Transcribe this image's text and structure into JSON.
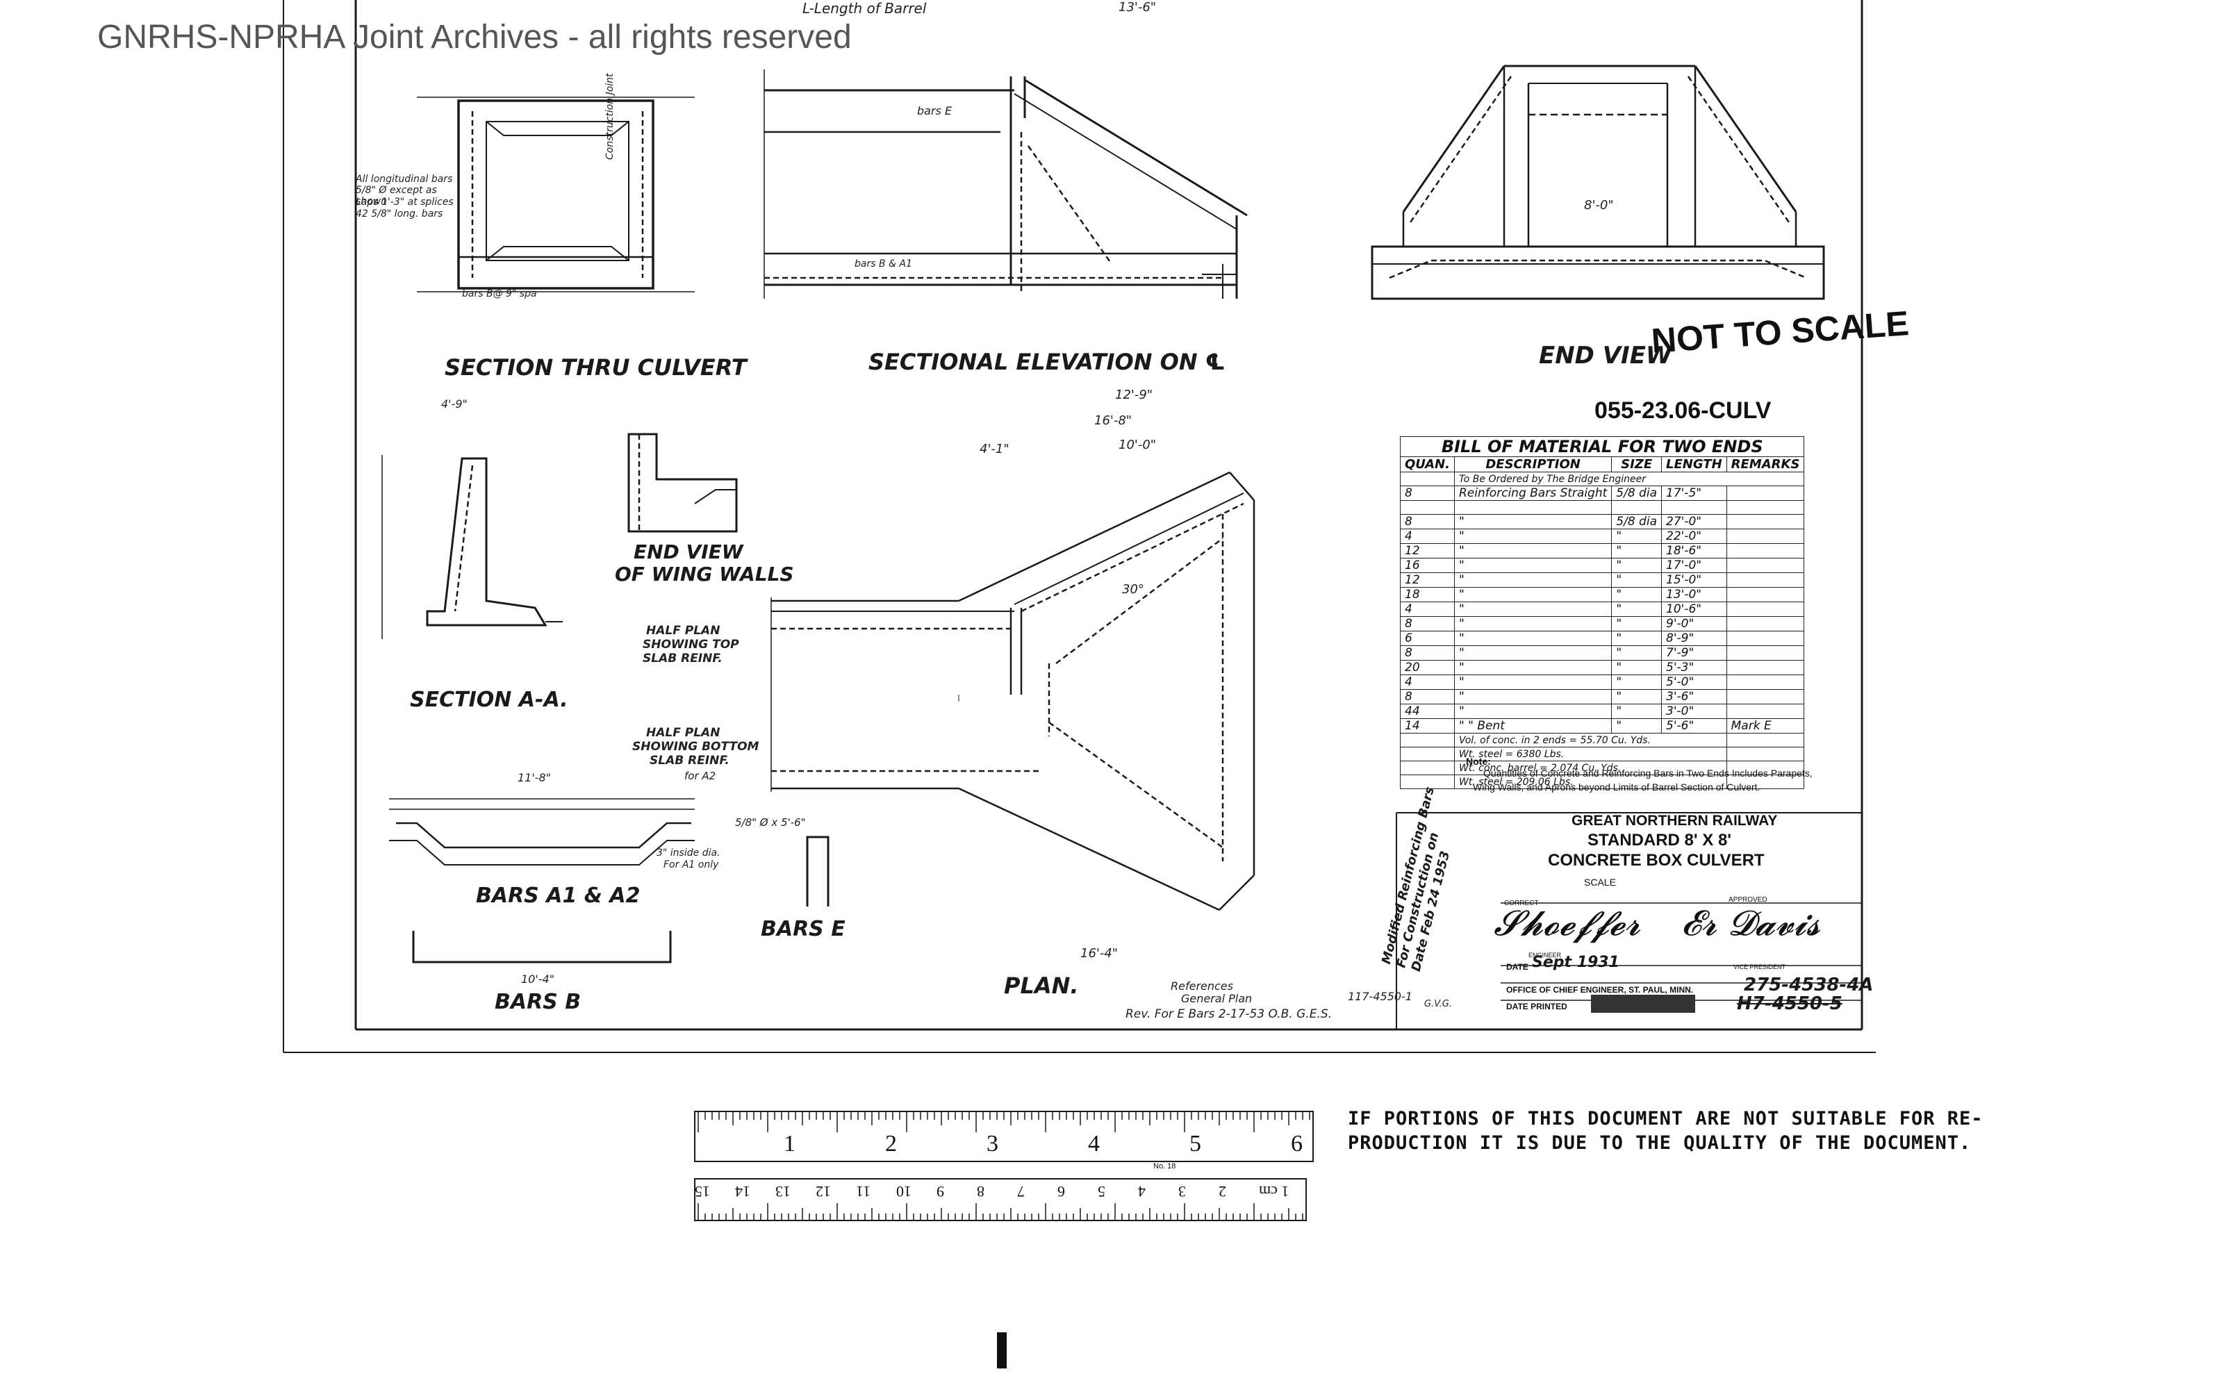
{
  "watermark": "GNRHS-NPRHA Joint Archives - all rights reserved",
  "header_labels": {
    "length_of_barrel": "L-Length of Barrel",
    "dim_13_6": "13'-6\""
  },
  "views": {
    "section_thru_culvert": "SECTION THRU CULVERT",
    "sectional_elevation": "SECTIONAL ELEVATION ON ℄",
    "end_view": "END VIEW",
    "not_to_scale": "NOT TO SCALE",
    "end_view_wing_walls_1": "END VIEW",
    "end_view_wing_walls_2": "OF WING WALLS",
    "section_aa": "SECTION A-A.",
    "half_plan_top_1": "HALF PLAN",
    "half_plan_top_2": "SHOWING TOP",
    "half_plan_top_3": "SLAB REINF.",
    "half_plan_bottom_1": "HALF PLAN",
    "half_plan_bottom_2": "SHOWING BOTTOM",
    "half_plan_bottom_3": "SLAB REINF.",
    "half_plan_bottom_4": "for A2",
    "bars_a1_a2": "BARS A1 & A2",
    "bars_b": "BARS B",
    "bars_e": "BARS E",
    "plan": "PLAN."
  },
  "drawing_number": "055-23.06-CULV",
  "dimensions": {
    "d_12_9": "12'-9\"",
    "d_16_8": "16'-8\"",
    "d_10_0": "10'-0\"",
    "d_8_0": "8'-0\"",
    "d_30": "30°",
    "d_4_1": "4'-1\"",
    "d_16_4": "16'-4\"",
    "d_10_4": "10'-4\"",
    "d_11_8": "11'-8\"",
    "d_4_9": "4'-9\""
  },
  "notes": {
    "longitudinal_bars": "All longitudinal bars 5/8\" Ø except as shown",
    "laps": "Laps 1'-3\" at splices",
    "long_bars": "42 5/8\" long. bars",
    "construction_joint": "Construction Joint",
    "bars_b_spacing": "bars B@ 9\" spa",
    "bars_e": "bars E",
    "bars_b_a1": "bars B & A1",
    "three_inside_dia": "3\" inside dia.",
    "for_a1_only": "For A1 only",
    "bars_d": "5/8\" Ø x 5'-6\""
  },
  "bill_of_material": {
    "title": "BILL OF MATERIAL FOR TWO ENDS",
    "columns": [
      "QUAN.",
      "DESCRIPTION",
      "SIZE",
      "LENGTH",
      "REMARKS"
    ],
    "subheader": "To Be Ordered by The Bridge Engineer",
    "rows": [
      [
        "8",
        "Reinforcing Bars Straight",
        "5/8 dia",
        "17'-5\"",
        ""
      ],
      [
        "",
        "",
        "",
        "",
        ""
      ],
      [
        "8",
        "\"",
        "5/8 dia",
        "27'-0\"",
        ""
      ],
      [
        "4",
        "\"",
        "\"",
        "22'-0\"",
        ""
      ],
      [
        "12",
        "\"",
        "\"",
        "18'-6\"",
        ""
      ],
      [
        "16",
        "\"",
        "\"",
        "17'-0\"",
        ""
      ],
      [
        "12",
        "\"",
        "\"",
        "15'-0\"",
        ""
      ],
      [
        "18",
        "\"",
        "\"",
        "13'-0\"",
        ""
      ],
      [
        "4",
        "\"",
        "\"",
        "10'-6\"",
        ""
      ],
      [
        "8",
        "\"",
        "\"",
        "9'-0\"",
        ""
      ],
      [
        "6",
        "\"",
        "\"",
        "8'-9\"",
        ""
      ],
      [
        "8",
        "\"",
        "\"",
        "7'-9\"",
        ""
      ],
      [
        "20",
        "\"",
        "\"",
        "5'-3\"",
        ""
      ],
      [
        "4",
        "\"",
        "\"",
        "5'-0\"",
        ""
      ],
      [
        "8",
        "\"",
        "\"",
        "3'-6\"",
        ""
      ],
      [
        "44",
        "\"",
        "\"",
        "3'-0\"",
        ""
      ],
      [
        "14",
        "\" \" Bent",
        "\"",
        "5'-6\"",
        "Mark E"
      ]
    ],
    "totals": [
      "Vol. of conc. in 2 ends = 55.70 Cu. Yds.",
      "Wt. steel = 6380 Lbs.",
      "Wt. conc. barrel = 2.074 Cu. Yds.",
      "Wt. steel = 209.06 Lbs."
    ]
  },
  "note_label": "Note:",
  "note_text_1": "Quantities of Concrete and Reinforcing Bars in Two Ends Includes Parapets,",
  "note_text_2": "Wing Walls, and Aprons beyond Limits of Barrel Section of Culvert.",
  "title_block": {
    "railway": "GREAT NORTHERN RAILWAY",
    "standard": "STANDARD 8' X 8'",
    "name": "CONCRETE BOX CULVERT",
    "scale": "SCALE",
    "corrected": "CORRECT",
    "approved": "APPROVED",
    "engineer_label": "ENGINEER",
    "vice_president": "VICE PRESIDENT",
    "date_label": "DATE",
    "date_value": "Sept 1931",
    "office": "OFFICE OF CHIEF ENGINEER, ST. PAUL, MINN.",
    "number": "275-4538-4A",
    "date_printed": "DATE PRINTED",
    "old_number": "H7-4550-5"
  },
  "stamp": {
    "line1": "Modified Reinforcing Bars",
    "line2": "For Construction on",
    "line3": "Date Feb 24 1953"
  },
  "references": {
    "label": "References",
    "general_plan": "General Plan",
    "ref_number": "117-4550-1",
    "revision": "Rev. For E Bars  2-17-53 O.B. G.E.S.",
    "initials": "G.V.G."
  },
  "ruler_top_numbers": [
    "1",
    "2",
    "3",
    "4",
    "5",
    "6"
  ],
  "ruler_bottom_numbers": [
    "15",
    "14",
    "13",
    "12",
    "11",
    "10",
    "9",
    "8",
    "7",
    "6",
    "5",
    "4",
    "3",
    "2",
    "1 cm"
  ],
  "ruler_label": "No. 18",
  "quality_notice_1": "IF PORTIONS OF THIS DOCUMENT ARE NOT SUITABLE FOR RE-",
  "quality_notice_2": "PRODUCTION IT IS DUE TO THE QUALITY OF THE DOCUMENT."
}
